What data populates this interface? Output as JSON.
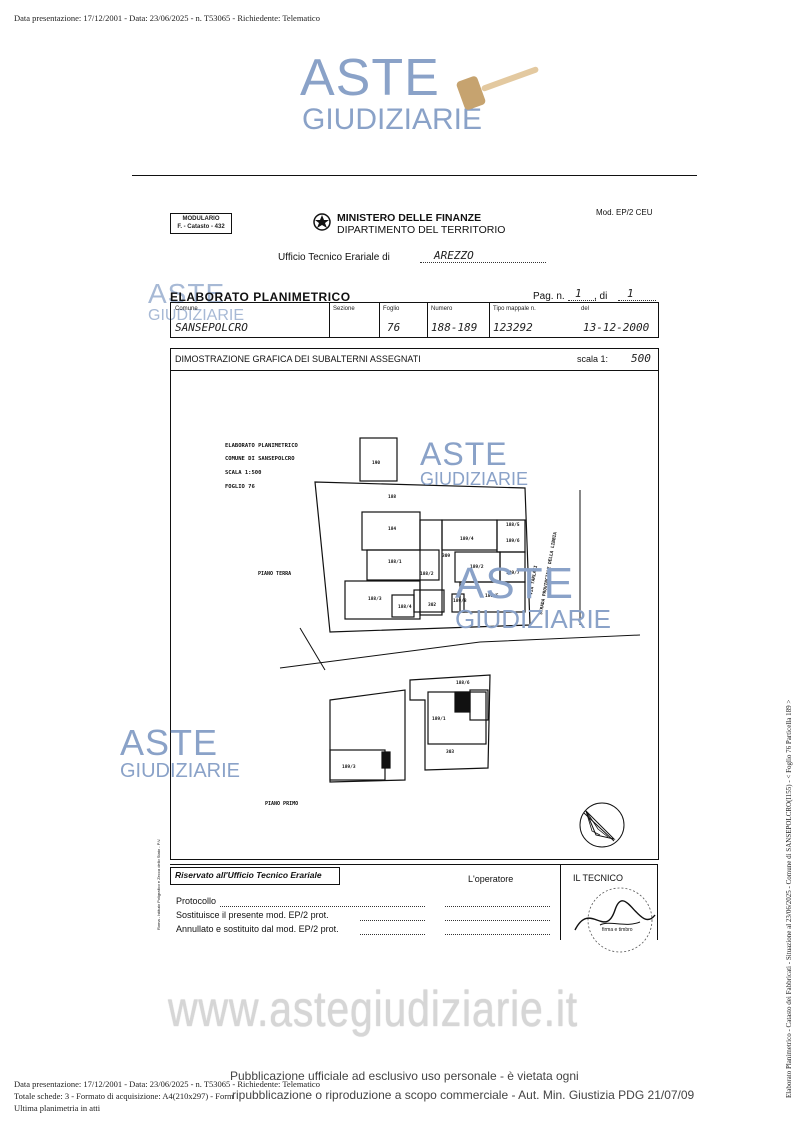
{
  "header": {
    "top_line": "Data presentazione: 17/12/2001 - Data: 23/06/2025 - n. T53065 - Richiedente: Telematico"
  },
  "watermark": {
    "aste": "ASTE",
    "giudiziarie": "GIUDIZIARIE",
    "url": "www.astegiudiziarie.it",
    "notice_line1": "Pubblicazione ufficiale ad esclusivo uso personale - è vietata ogni",
    "notice_line2": "ripubblicazione o riproduzione a scopo commerciale - Aut. Min. Giustizia PDG 21/07/09"
  },
  "form": {
    "modulario_line1": "MODULARIO",
    "modulario_line2": "F. - Catasto - 432",
    "ministry": "MINISTERO DELLE FINANZE",
    "department": "DIPARTIMENTO DEL TERRITORIO",
    "mod_code": "Mod. EP/2 CEU",
    "ufficio_label": "Ufficio Tecnico Erariale di",
    "ufficio_value": "AREZZO",
    "title": "ELABORATO PLANIMETRICO",
    "page_label": "Pag. n.",
    "page_value": "1",
    "of_label": ", di",
    "of_value": "1",
    "fields": {
      "comune_label": "Comune",
      "comune_value": "SANSEPOLCRO",
      "sezione_label": "Sezione",
      "sezione_value": "",
      "foglio_label": "Foglio",
      "foglio_value": "76",
      "numero_label": "Numero",
      "numero_value": "188-189",
      "tipo_label": "Tipo mappale n.",
      "tipo_value": "123292",
      "del_label": "del",
      "del_value": "13-12-2000"
    },
    "section_title": "DIMOSTRAZIONE GRAFICA DEI SUBALTERNI ASSEGNATI",
    "scale_label": "scala 1:",
    "scale_value": "500",
    "reserved_title": "Riservato all'Ufficio Tecnico Erariale",
    "operator_label": "L'operatore",
    "tecnico_label": "IL TECNICO",
    "protocollo_label": "Protocollo",
    "sostituisce_label": "Sostituisce il presente mod. EP/2 prot.",
    "annullato_label": "Annullato e sostituito dal mod. EP/2 prot.",
    "firma_label": "firma e timbro",
    "vertical_print": "Roma - Istituto Poligrafico e Zecca dello Stato - P.V."
  },
  "plan": {
    "legend_line1": "ELABORATO PLANIMETRICO",
    "legend_line2": "COMUNE DI SANSEPOLCRO",
    "legend_line3": "SCALA 1:500",
    "legend_line4": "FOGLIO 76",
    "floor_ground": "PIANO TERRA",
    "floor_first": "PIANO PRIMO",
    "street_1": "VIA TARLATI",
    "street_2": "STRADA PROVINCIALE DELLA LIBBIA",
    "labels": {
      "l190": "190",
      "l188": "188",
      "l184": "184",
      "l188_1": "188/1",
      "l188_2": "188/2",
      "l188_3": "188/3",
      "l188_4": "188/4",
      "l188_5": "188/5",
      "l189_4": "189/4",
      "l189_6": "189/6",
      "l189_7": "189/7",
      "l189_1": "189/1",
      "l189_2": "189/2",
      "l189_3": "189/3",
      "l189_5": "189/5",
      "l189_8": "189/8",
      "l309": "309",
      "l303": "303",
      "l302": "302",
      "l188_6": "188/6"
    }
  },
  "footer": {
    "line1": "Data presentazione: 17/12/2001 - Data: 23/06/2025 - n. T53065 - Richiedente: Telematico",
    "line2": "Totale schede: 3 - Formato di acquisizione: A4(210x297) - Formato stampa richiesto: A4(210x297) - Fattore di scala non utilizzabile",
    "line3": "Ultima planimetria in atti"
  },
  "sidebar": {
    "text": "Elaborato Planimetrico - Catasto dei Fabbricati - Situazione al 23/06/2025 - Comune di SANSEPOLCRO(I155) - < Foglio 76 Particella 189 >"
  }
}
